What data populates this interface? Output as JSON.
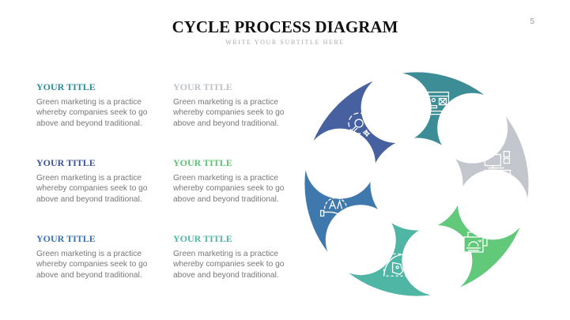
{
  "header": {
    "title": "CYCLE PROCESS DIAGRAM",
    "subtitle": "WRITE YOUR SUBTITLE HERE",
    "page_number": "5"
  },
  "blocks": [
    {
      "title": "YOUR TITLE",
      "text": "Green marketing is a practice whereby companies seek to go above and beyond traditional.",
      "color": "#2e8b98"
    },
    {
      "title": "YOUR TITLE",
      "text": "Green marketing is a practice whereby companies seek to go above and beyond traditional.",
      "color": "#bfc2c8"
    },
    {
      "title": "YOUR TITLE",
      "text": "Green marketing is a practice whereby companies seek to go above and beyond traditional.",
      "color": "#3a5497"
    },
    {
      "title": "YOUR TITLE",
      "text": "Green marketing is a practice whereby companies seek to go above and beyond traditional.",
      "color": "#5cc274"
    },
    {
      "title": "YOUR TITLE",
      "text": "Green marketing is a practice whereby companies seek to go above and beyond traditional.",
      "color": "#3a72ad"
    },
    {
      "title": "YOUR TITLE",
      "text": "Green marketing is a practice whereby companies seek to go above and beyond traditional.",
      "color": "#4fb5a5"
    }
  ],
  "cycle": {
    "segments": [
      {
        "name": "wireframe",
        "color": "#3d8d96",
        "icon": "wireframe-icon"
      },
      {
        "name": "workspace",
        "color": "#c3c6cc",
        "icon": "desk-monitor-icon"
      },
      {
        "name": "pictures",
        "color": "#62c97a",
        "icon": "image-icon"
      },
      {
        "name": "vector",
        "color": "#4fb5a5",
        "icon": "pen-tool-icon"
      },
      {
        "name": "fonts",
        "color": "#3f78ad",
        "icon": "hand-fonts-icon"
      },
      {
        "name": "tools",
        "color": "#4760a0",
        "icon": "wrench-sparkle-icon"
      }
    ]
  }
}
